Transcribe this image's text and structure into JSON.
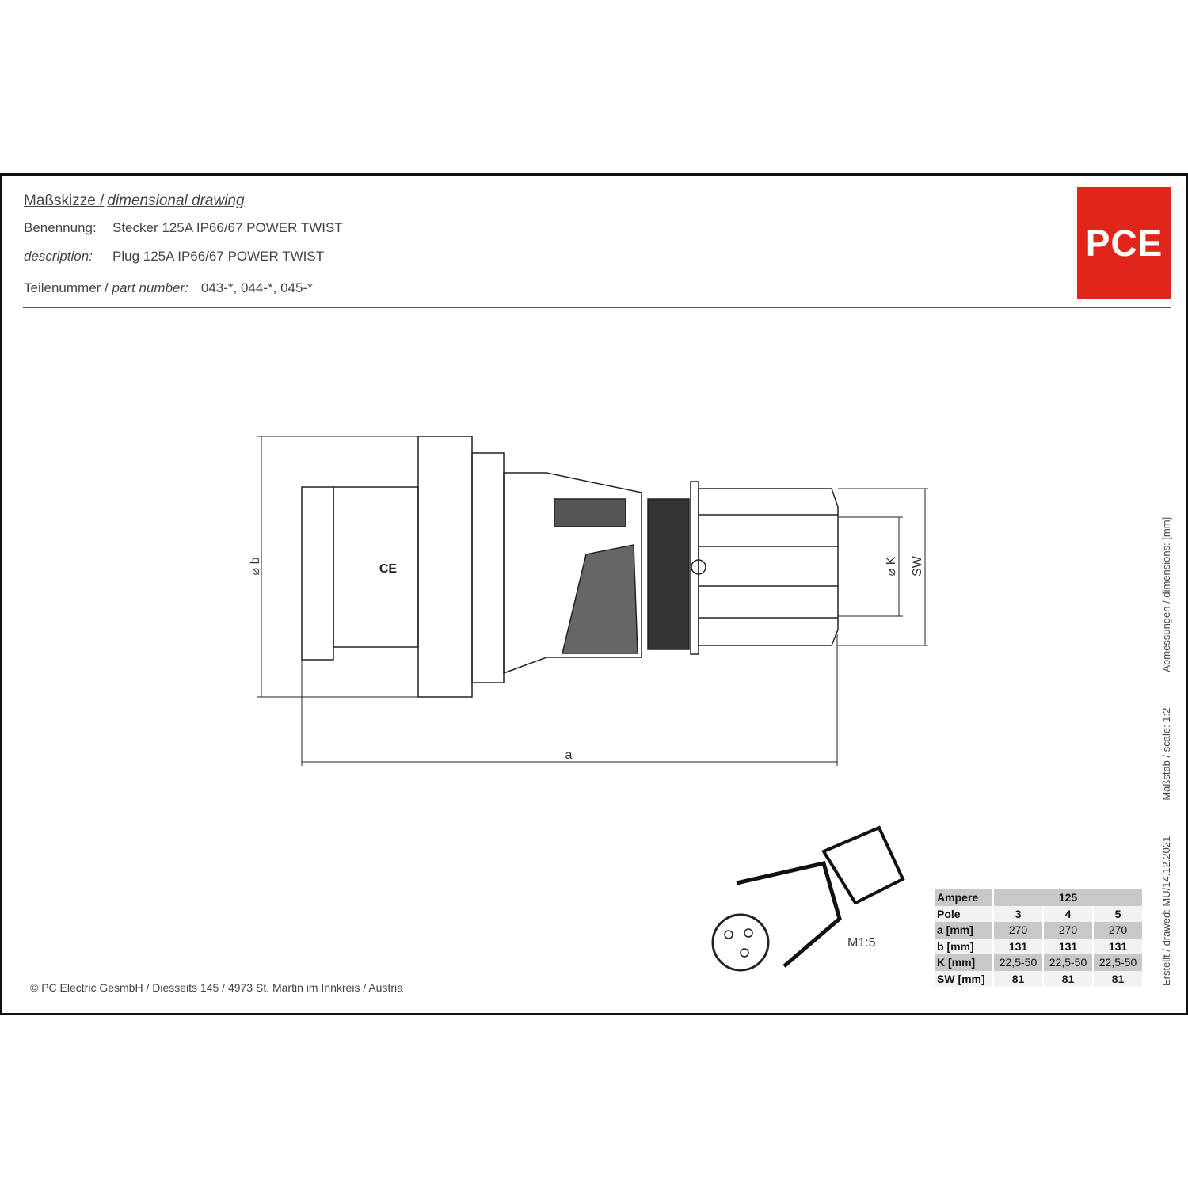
{
  "header": {
    "title_de": "Maßskizze /",
    "title_en": "dimensional drawing",
    "name_label": "Benennung:",
    "name_value": "Stecker 125A IP66/67 POWER TWIST",
    "desc_label": "description:",
    "desc_value": "Plug 125A IP66/67 POWER TWIST",
    "part_label_de": "Teilenummer /",
    "part_label_en": "part number:",
    "part_value": "043-*, 044-*, 045-*"
  },
  "logo": {
    "text": "PCE",
    "color": "#e0251b"
  },
  "drawing": {
    "dim_b": "⌀ b",
    "dim_a": "a",
    "dim_k": "⌀ K",
    "dim_sw": "SW",
    "ce_mark": "CE",
    "scale_small": "M1:5"
  },
  "table": {
    "header": [
      "Ampere",
      "125"
    ],
    "rows": [
      {
        "label": "Pole",
        "values": [
          "3",
          "4",
          "5"
        ]
      },
      {
        "label": "a [mm]",
        "values": [
          "270",
          "270",
          "270"
        ]
      },
      {
        "label": "b [mm]",
        "values": [
          "131",
          "131",
          "131"
        ]
      },
      {
        "label": "K [mm]",
        "values": [
          "22,5-50",
          "22,5-50",
          "22,5-50"
        ]
      },
      {
        "label": "SW [mm]",
        "values": [
          "81",
          "81",
          "81"
        ]
      }
    ]
  },
  "side": {
    "created": "Erstellt / drawed: MU/14.12.2021",
    "scale": "Maßstab / scale: 1:2",
    "dimensions": "Abmessungen / dimensions: [mm]"
  },
  "footer": {
    "copyright": "© PC Electric GesmbH / Diesseits 145 / 4973 St. Martin im Innkreis / Austria"
  }
}
